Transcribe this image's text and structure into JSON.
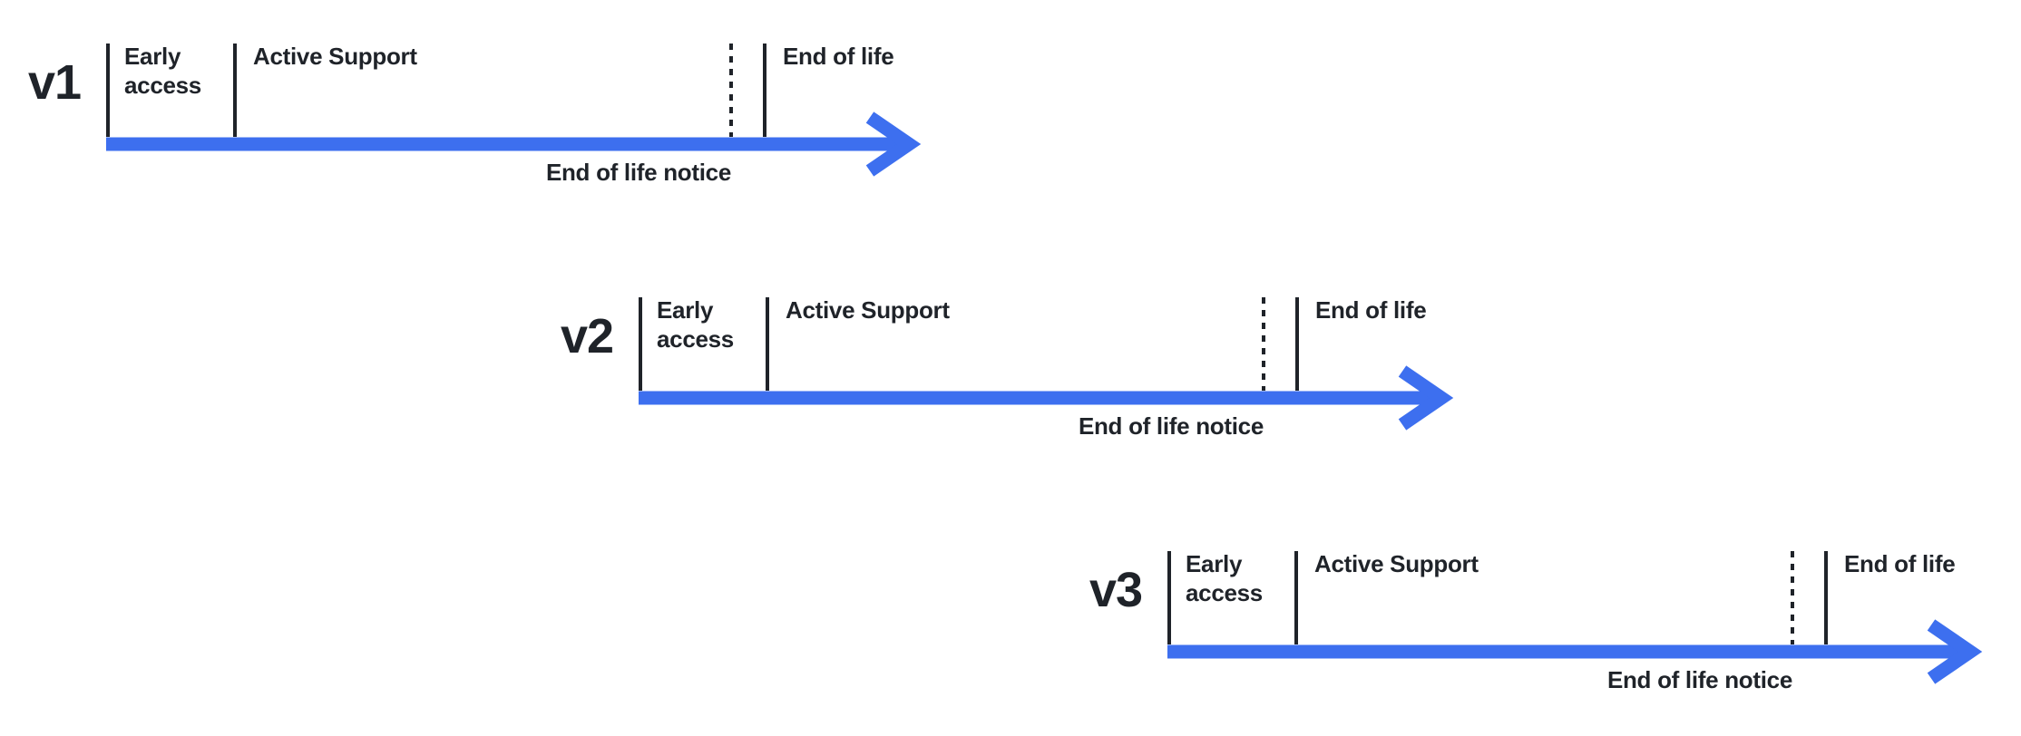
{
  "diagram": {
    "type": "version-lifecycle-timelines",
    "colors": {
      "background": "#ffffff",
      "ink": "#1f2329",
      "arrow_blue": "#3d6fef"
    },
    "timelines": [
      {
        "version": "v1",
        "phases": {
          "early_access": "Early access",
          "active_support": "Active Support",
          "end_of_life": "End of life"
        },
        "notice_label": "End of life notice"
      },
      {
        "version": "v2",
        "phases": {
          "early_access": "Early access",
          "active_support": "Active Support",
          "end_of_life": "End of life"
        },
        "notice_label": "End of life notice"
      },
      {
        "version": "v3",
        "phases": {
          "early_access": "Early access",
          "active_support": "Active Support",
          "end_of_life": "End of life"
        },
        "notice_label": "End of life notice"
      }
    ]
  }
}
